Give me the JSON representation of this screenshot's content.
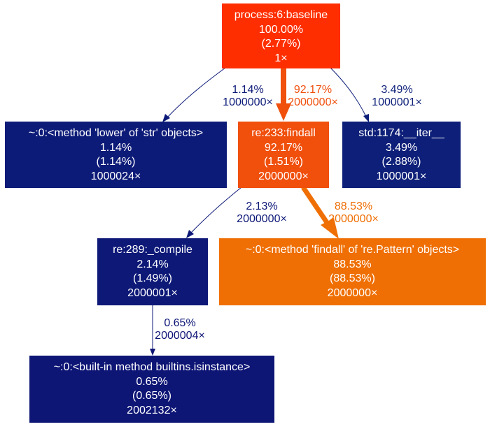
{
  "nodes": {
    "baseline": {
      "lines": [
        "process:6:baseline",
        "100.00%",
        "(2.77%)",
        "1×"
      ],
      "color": "#ff2e00"
    },
    "lower": {
      "lines": [
        "~:0:<method 'lower' of 'str' objects>",
        "1.14%",
        "(1.14%)",
        "1000024×"
      ],
      "color": "#0d1b78"
    },
    "findall": {
      "lines": [
        "re:233:findall",
        "92.17%",
        "(1.51%)",
        "2000000×"
      ],
      "color": "#f04f0c"
    },
    "iter": {
      "lines": [
        "std:1174:__iter__",
        "3.49%",
        "(2.88%)",
        "1000001×"
      ],
      "color": "#0d1f78"
    },
    "compile": {
      "lines": [
        "re:289:_compile",
        "2.14%",
        "(1.49%)",
        "2000001×"
      ],
      "color": "#0d1877"
    },
    "pattern_findall": {
      "lines": [
        "~:0:<method 'findall' of 're.Pattern' objects>",
        "88.53%",
        "(88.53%)",
        "2000000×"
      ],
      "color": "#ef6f04"
    },
    "isinstance": {
      "lines": [
        "~:0:<built-in method builtins.isinstance>",
        "0.65%",
        "(0.65%)",
        "2002132×"
      ],
      "color": "#0d1575"
    }
  },
  "edges": {
    "baseline_lower": {
      "lines": [
        "1.14%",
        "1000000×"
      ],
      "color": "#0d1b78"
    },
    "baseline_findall": {
      "lines": [
        "92.17%",
        "2000000×"
      ],
      "color": "#f04f0c"
    },
    "baseline_iter": {
      "lines": [
        "3.49%",
        "1000001×"
      ],
      "color": "#0d1f78"
    },
    "findall_compile": {
      "lines": [
        "2.13%",
        "2000000×"
      ],
      "color": "#0d1877"
    },
    "findall_pattern": {
      "lines": [
        "88.53%",
        "2000000×"
      ],
      "color": "#ef6f04"
    },
    "compile_isinstance": {
      "lines": [
        "0.65%",
        "2000004×"
      ],
      "color": "#0d1575"
    }
  }
}
